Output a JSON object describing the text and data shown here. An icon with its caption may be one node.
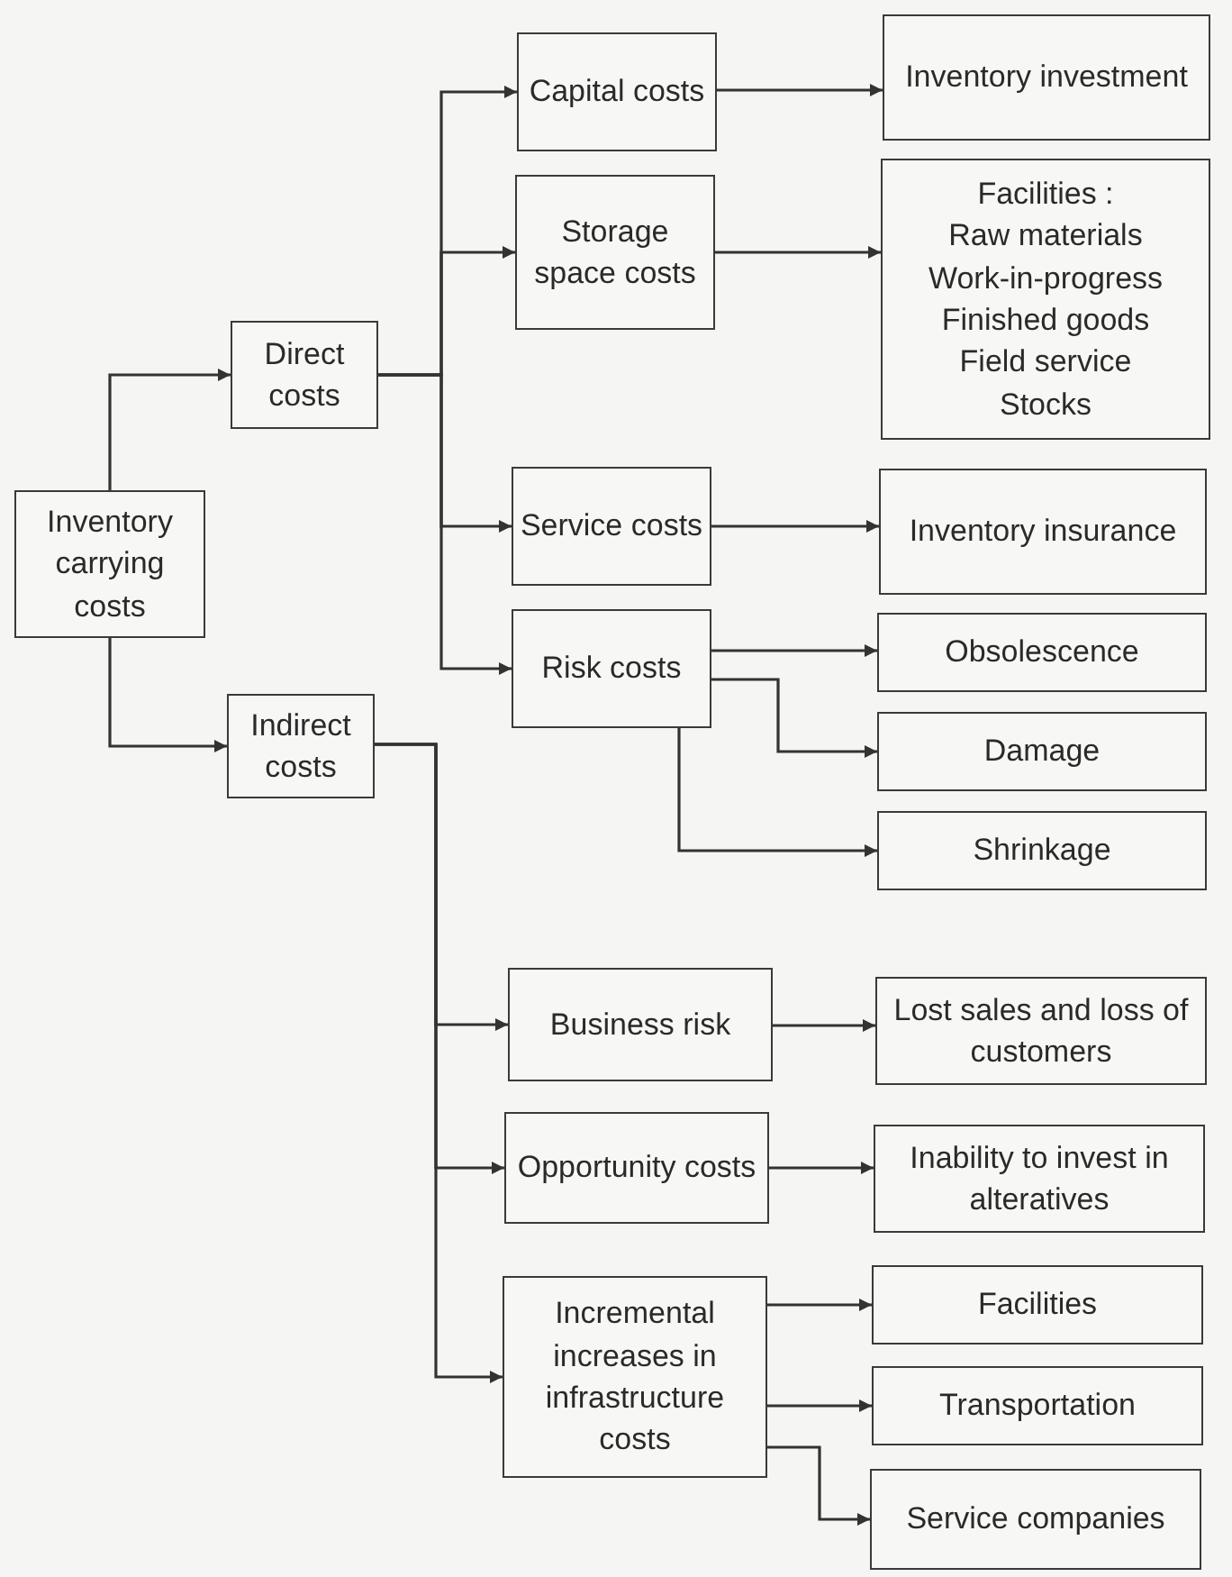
{
  "diagram": {
    "nodes": [
      {
        "text": [
          "Inventory carrying costs"
        ]
      },
      {
        "text": [
          "Direct costs"
        ]
      },
      {
        "text": [
          "Indirect costs"
        ]
      },
      {
        "text": [
          "Capital costs"
        ]
      },
      {
        "text": [
          "Storage space costs"
        ]
      },
      {
        "text": [
          "Service costs"
        ]
      },
      {
        "text": [
          "Risk costs"
        ]
      },
      {
        "text": [
          "Business risk"
        ]
      },
      {
        "text": [
          "Opportunity costs"
        ]
      },
      {
        "text": [
          "Incremental increases in infrastructure costs"
        ]
      },
      {
        "text": [
          "Inventory investment"
        ]
      },
      {
        "text": [
          "Facilities :",
          "Raw materials",
          "Work-in-progress",
          "Finished goods",
          "Field service",
          "Stocks"
        ]
      },
      {
        "text": [
          "Inventory insurance"
        ]
      },
      {
        "text": [
          "Obsolescence"
        ]
      },
      {
        "text": [
          "Damage"
        ]
      },
      {
        "text": [
          "Shrinkage"
        ]
      },
      {
        "text": [
          "Lost sales and loss of customers"
        ]
      },
      {
        "text": [
          "Inability to invest in alteratives"
        ]
      },
      {
        "text": [
          "Facilities"
        ]
      },
      {
        "text": [
          "Transportation"
        ]
      },
      {
        "text": [
          "Service companies"
        ]
      }
    ],
    "edges": [
      {
        "from": 0,
        "to": 1,
        "arrow": "to"
      },
      {
        "from": 0,
        "to": 2,
        "arrow": "to"
      },
      {
        "from": 1,
        "to": 3,
        "arrow": "to"
      },
      {
        "from": 1,
        "to": 4,
        "arrow": "to"
      },
      {
        "from": 1,
        "to": 5,
        "arrow": "to"
      },
      {
        "from": 1,
        "to": 6,
        "arrow": "to"
      },
      {
        "from": 2,
        "to": 7,
        "arrow": "to"
      },
      {
        "from": 2,
        "to": 8,
        "arrow": "to"
      },
      {
        "from": 2,
        "to": 9,
        "arrow": "to"
      },
      {
        "from": 3,
        "to": 10,
        "arrow": "to"
      },
      {
        "from": 4,
        "to": 11,
        "arrow": "to"
      },
      {
        "from": 5,
        "to": 12,
        "arrow": "to"
      },
      {
        "from": 6,
        "to": 13,
        "arrow": "to"
      },
      {
        "from": 6,
        "to": 14,
        "arrow": "to"
      },
      {
        "from": 6,
        "to": 15,
        "arrow": "to"
      },
      {
        "from": 7,
        "to": 16,
        "arrow": "to"
      },
      {
        "from": 8,
        "to": 17,
        "arrow": "to"
      },
      {
        "from": 9,
        "to": 18,
        "arrow": "to"
      },
      {
        "from": 9,
        "to": 19,
        "arrow": "to"
      },
      {
        "from": 9,
        "to": 20,
        "arrow": "to"
      }
    ]
  }
}
